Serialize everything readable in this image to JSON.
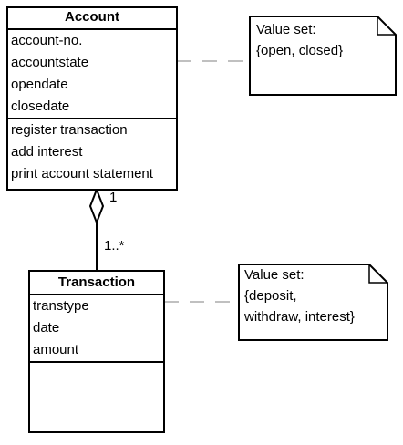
{
  "account": {
    "name": "Account",
    "attributes": [
      "account-no.",
      "accountstate",
      "opendate",
      "closedate"
    ],
    "operations": [
      "register transaction",
      "add interest",
      "print account statement"
    ]
  },
  "transaction": {
    "name": "Transaction",
    "attributes": [
      "transtype",
      "date",
      "amount"
    ],
    "operations": []
  },
  "note_account": {
    "line1": "Value set:",
    "line2": "{open, closed}"
  },
  "note_transaction": {
    "line1": "Value set:",
    "line2": "{deposit,",
    "line3": "withdraw, interest}"
  },
  "association": {
    "multiplicity_account": "1",
    "multiplicity_transaction": "1..*"
  },
  "colors": {
    "line": "#000000",
    "dashed": "#808080",
    "background": "#ffffff"
  }
}
